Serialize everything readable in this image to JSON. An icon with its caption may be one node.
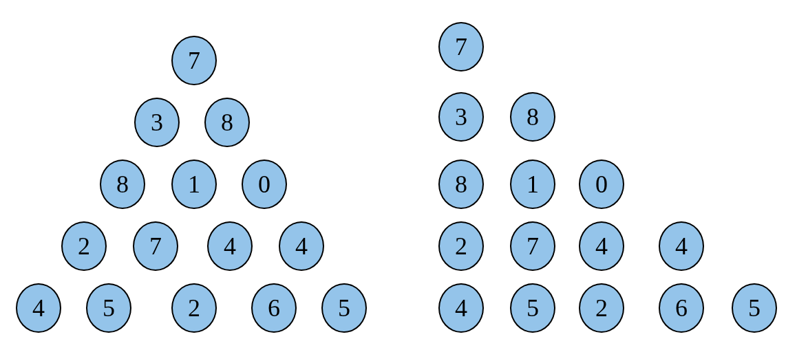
{
  "diagram": {
    "nodes": [
      {
        "text": [
          "7"
        ]
      },
      {
        "text": [
          "3"
        ]
      },
      {
        "text": [
          "8"
        ]
      },
      {
        "text": [
          "8"
        ]
      },
      {
        "text": [
          "1"
        ]
      },
      {
        "text": [
          "0"
        ]
      },
      {
        "text": [
          "2"
        ]
      },
      {
        "text": [
          "7"
        ]
      },
      {
        "text": [
          "4"
        ]
      },
      {
        "text": [
          "4"
        ]
      },
      {
        "text": [
          "4"
        ]
      },
      {
        "text": [
          "5"
        ]
      },
      {
        "text": [
          "2"
        ]
      },
      {
        "text": [
          "6"
        ]
      },
      {
        "text": [
          "5"
        ]
      },
      {
        "text": [
          "7"
        ]
      },
      {
        "text": [
          "3"
        ]
      },
      {
        "text": [
          "8"
        ]
      },
      {
        "text": [
          "8"
        ]
      },
      {
        "text": [
          "1"
        ]
      },
      {
        "text": [
          "0"
        ]
      },
      {
        "text": [
          "2"
        ]
      },
      {
        "text": [
          "7"
        ]
      },
      {
        "text": [
          "4"
        ]
      },
      {
        "text": [
          "4"
        ]
      },
      {
        "text": [
          "4"
        ]
      },
      {
        "text": [
          "5"
        ]
      },
      {
        "text": [
          "2"
        ]
      },
      {
        "text": [
          "6"
        ]
      },
      {
        "text": [
          "5"
        ]
      }
    ]
  }
}
